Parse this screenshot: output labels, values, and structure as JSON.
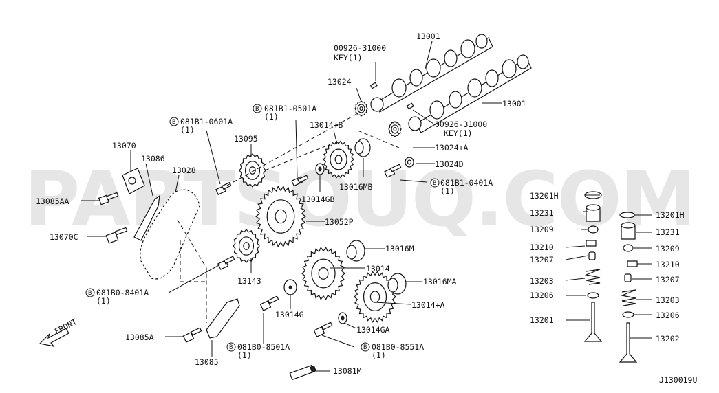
{
  "watermark": "PARTSOUQ.COM",
  "diagram_code": "J130019U",
  "front_label": "FRONT",
  "labels": {
    "key_top": "00926-31000",
    "key_top_sub": "KEY(1)",
    "camshaft_top": "13001",
    "camshaft_right": "13001",
    "key_right": "00926-31000",
    "key_right_sub": "KEY(1)",
    "sprocket_13024": "13024",
    "bolt_0501a": "081B1-0501A",
    "bolt_0501a_qty": "(1)",
    "bolt_0601a": "081B1-0601A",
    "bolt_0601a_qty": "(1)",
    "gear_13014b": "13014+B",
    "sprocket_13024a": "13024+A",
    "washer_13024d": "13024D",
    "bolt_0401a": "081B1-0401A",
    "bolt_0401a_qty": "(1)",
    "tensioner_13070": "13070",
    "guide_13086": "13086",
    "chain_13028": "13028",
    "sprocket_13095": "13095",
    "bolt_13085aa": "13085AA",
    "bolt_13070c": "13070C",
    "washer_13014gb": "13014GB",
    "hub_13016mb": "13016MB",
    "gear_13052p": "13052P",
    "hub_13016m": "13016M",
    "gear_13014": "13014",
    "sprocket_13143": "13143",
    "hub_13016ma": "13016MA",
    "bolt_8401a": "081B0-8401A",
    "bolt_8401a_qty": "(1)",
    "washer_13014g": "13014G",
    "gear_13014a": "13014+A",
    "washer_13014ga": "13014GA",
    "bolt_13085a": "13085A",
    "bolt_8501a": "081B0-8501A",
    "bolt_8501a_qty": "(1)",
    "bolt_8551a": "081B0-8551A",
    "bolt_8551a_qty": "(1)",
    "guide_13085": "13085",
    "sensor_13081m": "13081M",
    "valve_left": [
      "13201H",
      "13231",
      "13209",
      "13210",
      "13207",
      "13203",
      "13206",
      "13201"
    ],
    "valve_right": [
      "13201H",
      "13231",
      "13209",
      "13210",
      "13207",
      "13203",
      "13206",
      "13202"
    ]
  },
  "gears": [
    {
      "name": "gear-13095",
      "teeth": 16
    },
    {
      "name": "gear-13014b",
      "teeth": 22
    },
    {
      "name": "gear-13052p",
      "teeth": 30
    },
    {
      "name": "gear-13143",
      "teeth": 16
    },
    {
      "name": "gear-13014",
      "teeth": 26
    },
    {
      "name": "gear-13014a",
      "teeth": 26
    },
    {
      "name": "gear-13024",
      "teeth": 12
    },
    {
      "name": "gear-13024a",
      "teeth": 12
    }
  ]
}
